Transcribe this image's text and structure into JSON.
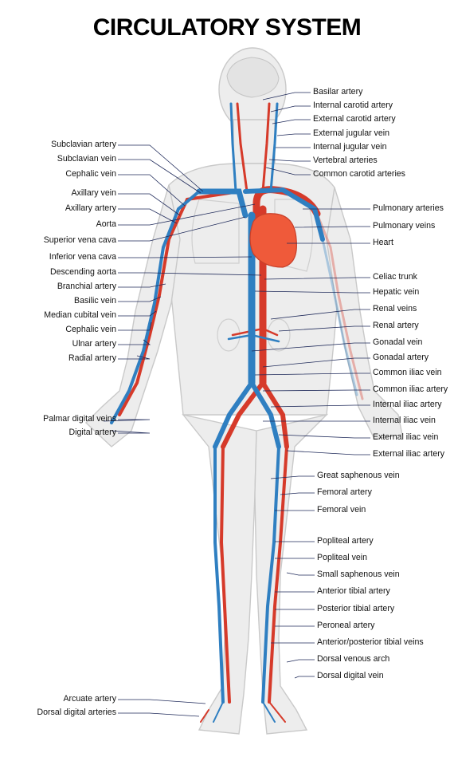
{
  "title": "CIRCULATORY SYSTEM",
  "colors": {
    "artery": "#d63a2a",
    "vein": "#2f7fc1",
    "body_fill": "#ededed",
    "body_stroke": "#c9c9c9",
    "heart": "#ef5a3a",
    "leader": "#1f2a5a"
  },
  "labels_left": [
    "Subclavian artery",
    "Subclavian vein",
    "Cephalic vein",
    "Axillary vein",
    "Axillary artery",
    "Aorta",
    "Superior vena cava",
    "Inferior vena cava",
    "Descending aorta",
    "Branchial artery",
    "Basilic vein",
    "Median cubital vein",
    "Cephalic vein",
    "Ulnar artery",
    "Radial artery",
    "Palmar digital veins",
    "Digital artery",
    "Arcuate artery",
    "Dorsal digital arteries"
  ],
  "labels_right": [
    "Basilar artery",
    "Internal carotid artery",
    "External carotid artery",
    "External jugular vein",
    "Internal jugular vein",
    "Vertebral arteries",
    "Common carotid arteries",
    "Pulmonary arteries",
    "Pulmonary veins",
    "Heart",
    "Celiac trunk",
    "Hepatic vein",
    "Renal veins",
    "Renal artery",
    "Gonadal vein",
    "Gonadal artery",
    "Common iliac vein",
    "Common iliac artery",
    "Internal iliac artery",
    "Internal iliac vein",
    "External iliac vein",
    "External iliac artery",
    "Great saphenous vein",
    "Femoral artery",
    "Femoral vein",
    "Popliteal artery",
    "Popliteal vein",
    "Small saphenous vein",
    "Anterior tibial artery",
    "Posterior tibial artery",
    "Peroneal artery",
    "Anterior/posterior tibial veins",
    "Dorsal venous arch",
    "Dorsal digital vein"
  ]
}
